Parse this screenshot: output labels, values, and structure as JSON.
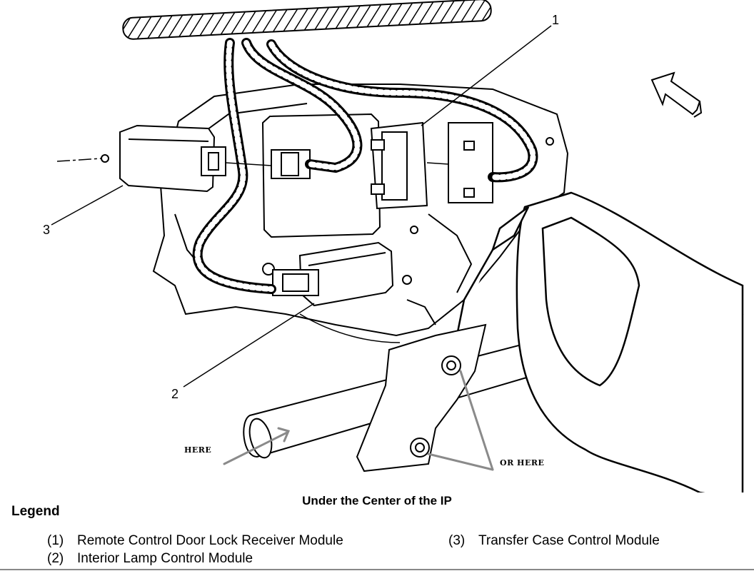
{
  "diagram": {
    "callouts": [
      "1",
      "2",
      "3"
    ],
    "notes": {
      "here": "HERE",
      "or_here": "OR HERE"
    },
    "caption": "Under the Center of the IP"
  },
  "legend": {
    "title": "Legend",
    "items": [
      {
        "num": "(1)",
        "label": "Remote Control Door Lock Receiver Module"
      },
      {
        "num": "(2)",
        "label": "Interior Lamp Control Module"
      },
      {
        "num": "(3)",
        "label": "Transfer Case Control Module"
      }
    ]
  },
  "colors": {
    "line": "#000000",
    "annotation_arrow": "#8a8a8a",
    "background": "#ffffff"
  }
}
